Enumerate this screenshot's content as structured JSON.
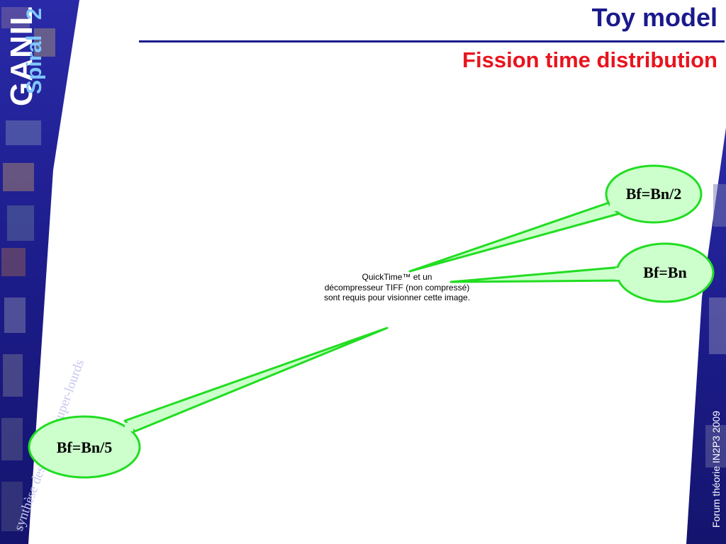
{
  "header": {
    "title": "Toy model",
    "subtitle": "Fission time distribution"
  },
  "logo": {
    "name": "GANIL",
    "product": "Spiral",
    "version": "2"
  },
  "side_text": {
    "left": "synthèse des noyaux super-lourds",
    "right": "Forum théorie IN2P3 2009"
  },
  "image_placeholder": {
    "line1": "QuickTime™ et un",
    "line2": "décompresseur TIFF (non compressé)",
    "line3": "sont requis pour visionner cette image."
  },
  "callouts": [
    {
      "label": "Bf=Bn/2"
    },
    {
      "label": "Bf=Bn"
    },
    {
      "label": "Bf=Bn/5"
    }
  ],
  "colors": {
    "title": "#1a1a8c",
    "subtitle": "#e8141e",
    "callout_fill": "#ccffcc",
    "callout_stroke": "#22dd22",
    "band": "#1f1f9a"
  }
}
